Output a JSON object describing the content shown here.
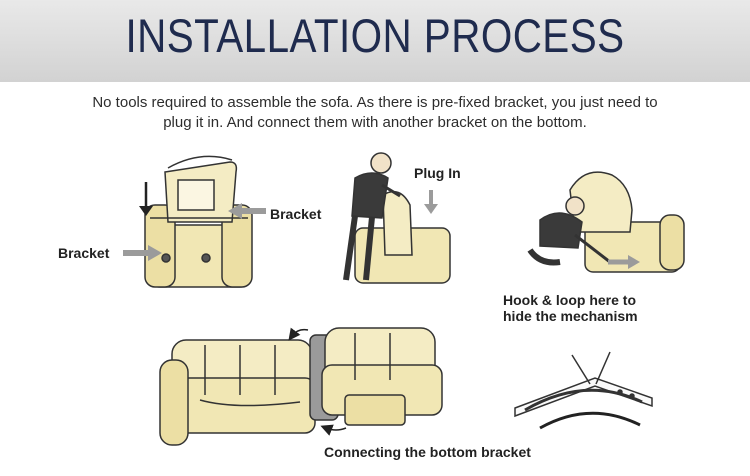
{
  "header": {
    "title": "INSTALLATION PROCESS"
  },
  "intro": {
    "line1": "No tools required to assemble the sofa. As there is pre-fixed bracket, you just need to",
    "line2": "plug it in. And connect them with another bracket on the bottom."
  },
  "labels": {
    "bracket_right": "Bracket",
    "bracket_left": "Bracket",
    "plug_in": "Plug In",
    "hook_loop_line1": "Hook & loop here to",
    "hook_loop_line2": "hide the mechanism",
    "connecting": "Connecting the bottom bracket"
  },
  "colors": {
    "banner_text": "#1f2b4e",
    "sofa_fill": "#f1e7b4",
    "arrow_gray": "#9b9b9b",
    "outline": "#333333"
  }
}
